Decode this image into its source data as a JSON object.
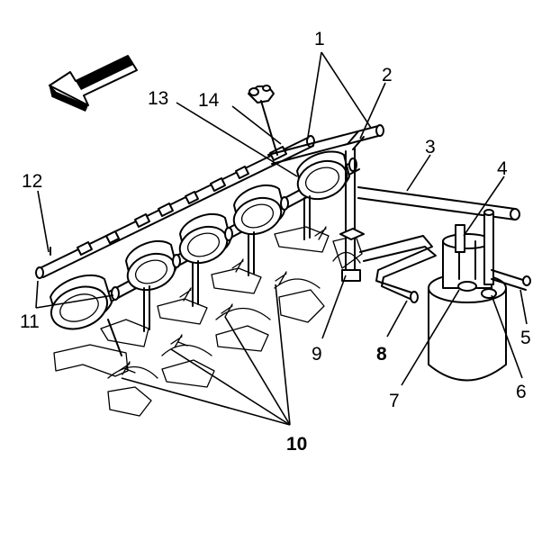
{
  "callouts": [
    {
      "id": "1",
      "text": "1",
      "bold": false
    },
    {
      "id": "2",
      "text": "2",
      "bold": false
    },
    {
      "id": "3",
      "text": "3",
      "bold": false
    },
    {
      "id": "4",
      "text": "4",
      "bold": false
    },
    {
      "id": "5",
      "text": "5",
      "bold": false
    },
    {
      "id": "6",
      "text": "6",
      "bold": false
    },
    {
      "id": "7",
      "text": "7",
      "bold": false
    },
    {
      "id": "8",
      "text": "8",
      "bold": true
    },
    {
      "id": "9",
      "text": "9",
      "bold": false
    },
    {
      "id": "10",
      "text": "10",
      "bold": true
    },
    {
      "id": "11",
      "text": "11",
      "bold": false
    },
    {
      "id": "12",
      "text": "12",
      "bold": false
    },
    {
      "id": "13",
      "text": "13",
      "bold": false
    },
    {
      "id": "14",
      "text": "14",
      "bold": false
    }
  ],
  "direction_arrow": "front-direction-arrow",
  "colors": {
    "ink": "#000000",
    "paper": "#ffffff"
  }
}
